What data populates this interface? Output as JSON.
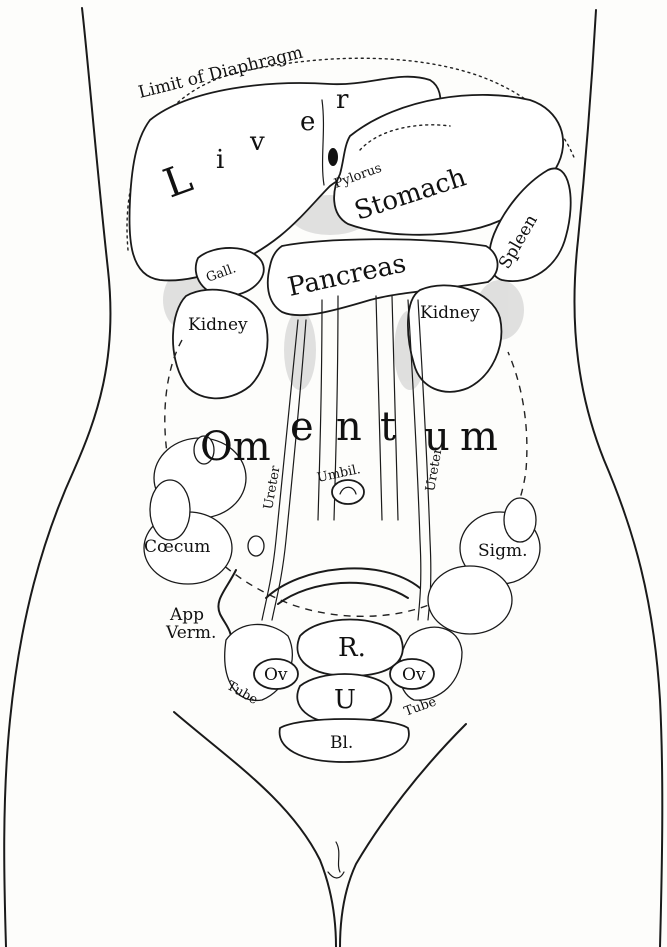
{
  "labels": {
    "diaphragm": "Limit of Diaphragm",
    "liver_l": "L",
    "liver_i": "i",
    "liver_v": "v",
    "liver_e": "e",
    "liver_r": "r",
    "pylorus": "Pylorus",
    "stomach": "Stomach",
    "spleen": "Spleen",
    "gall": "Gall.",
    "pancreas": "Pancreas",
    "kidney_left": "Kidney",
    "kidney_right": "Kidney",
    "omentum_om": "Om",
    "omentum_e": "e",
    "omentum_n": "n",
    "omentum_t": "t",
    "omentum_u": "u",
    "omentum_m": "m",
    "ureter_left": "Ureter",
    "ureter_right": "Ureter",
    "umbil": "Umbil.",
    "caecum": "Cœcum",
    "sigm": "Sigm.",
    "app": "App",
    "verm": "Verm.",
    "rectum": "R.",
    "ovary_left": "Ov",
    "ovary_right": "Ov",
    "uterus": "U",
    "tube_left": "Tube",
    "tube_right": "Tube",
    "bladder": "Bl."
  }
}
